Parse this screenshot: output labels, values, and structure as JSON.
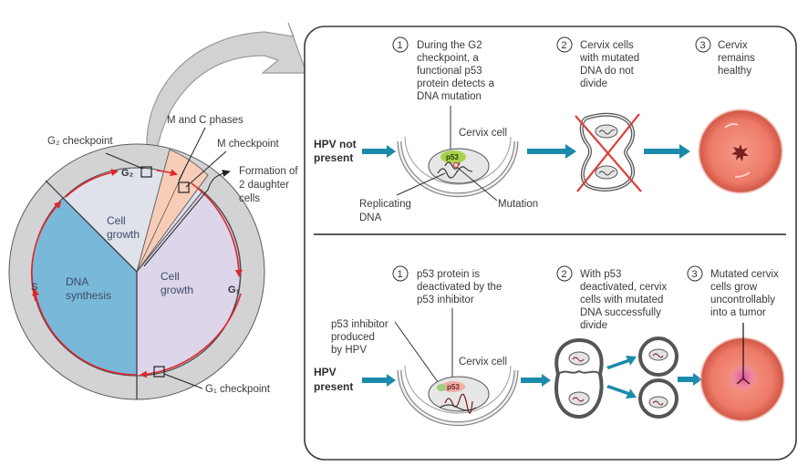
{
  "cell_cycle": {
    "labels": {
      "g2_checkpoint": "G₂ checkpoint",
      "m_and_c_phases": "M and C phases",
      "m_checkpoint": "M checkpoint",
      "formation_line1": "Formation of",
      "formation_line2": "2 daughter",
      "formation_line3": "cells",
      "g1_checkpoint": "G₁ checkpoint",
      "g2": "G₂",
      "g1": "G₁",
      "s": "S"
    },
    "sectors": {
      "cell_growth_top_1": "Cell",
      "cell_growth_top_2": "growth",
      "dna_synthesis_1": "DNA",
      "dna_synthesis_2": "synthesis",
      "cell_growth_right_1": "Cell",
      "cell_growth_right_2": "growth"
    },
    "colors": {
      "dna_synthesis": "#7ab8d9",
      "cell_growth_g2": "#dfe2ea",
      "cell_growth_g1": "#ddd5ea",
      "m_phase": "#f8cdb8",
      "ring": "#d3d3d5",
      "cycle_arrow": "#e0262b"
    }
  },
  "panel_top": {
    "condition_line1": "HPV not",
    "condition_line2": "present",
    "step1": {
      "number": "1",
      "lines": [
        "During the G2",
        "checkpoint, a",
        "functional p53",
        "protein detects a",
        "DNA mutation"
      ]
    },
    "step2": {
      "number": "2",
      "lines": [
        "Cervix cells",
        "with mutated",
        "DNA do not",
        "divide"
      ]
    },
    "step3": {
      "number": "3",
      "lines": [
        "Cervix",
        "remains",
        "healthy"
      ]
    },
    "cell_label": "Cervix cell",
    "p53_label": "p53",
    "replicating_line1": "Replicating",
    "replicating_line2": "DNA",
    "mutation_label": "Mutation"
  },
  "panel_bottom": {
    "condition_line1": "HPV",
    "condition_line2": "present",
    "step1": {
      "number": "1",
      "lines": [
        "p53 protein is",
        "deactivated by the",
        "p53 inhibitor"
      ]
    },
    "step2": {
      "number": "2",
      "lines": [
        "With p53",
        "deactivated, cervix",
        "cells with mutated",
        "DNA successfully",
        "divide"
      ]
    },
    "step3": {
      "number": "3",
      "lines": [
        "Mutated cervix",
        "cells grow",
        "uncontrollably",
        "into a tumor"
      ]
    },
    "inhibitor_lines": [
      "p53 inhibitor",
      "produced",
      "by HPV"
    ],
    "cell_label": "Cervix cell",
    "p53_label": "p53"
  },
  "colors": {
    "flow_arrow": "#1b8aab",
    "cross_mark": "#d9413a",
    "cervix": "#ee7a68",
    "tumor": "#e062a8"
  }
}
